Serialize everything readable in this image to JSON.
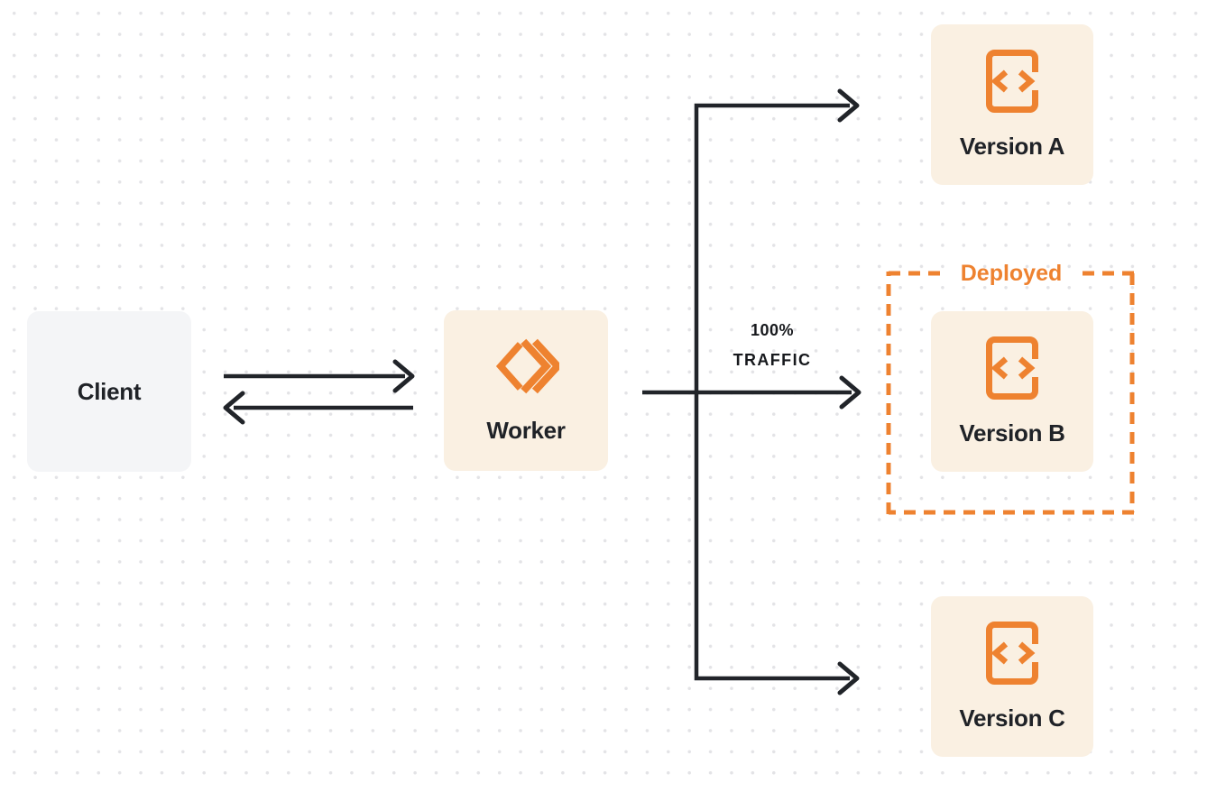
{
  "colors": {
    "accent_orange": "#EE8230",
    "cream_fill": "#FAF0E2",
    "gray_fill": "#F4F5F7",
    "ink": "#1F2227",
    "dot_grid": "#E3E3E6"
  },
  "nodes": {
    "client": {
      "label": "Client"
    },
    "worker": {
      "label": "Worker",
      "icon": "cloudflare-workers-icon"
    },
    "version_a": {
      "label": "Version A",
      "icon": "code-file-icon"
    },
    "version_b": {
      "label": "Version B",
      "icon": "code-file-icon"
    },
    "version_c": {
      "label": "Version C",
      "icon": "code-file-icon"
    }
  },
  "groups": {
    "deployed": {
      "label": "Deployed"
    }
  },
  "edges": {
    "traffic": {
      "line1": "100%",
      "line2": "TRAFFIC"
    }
  }
}
